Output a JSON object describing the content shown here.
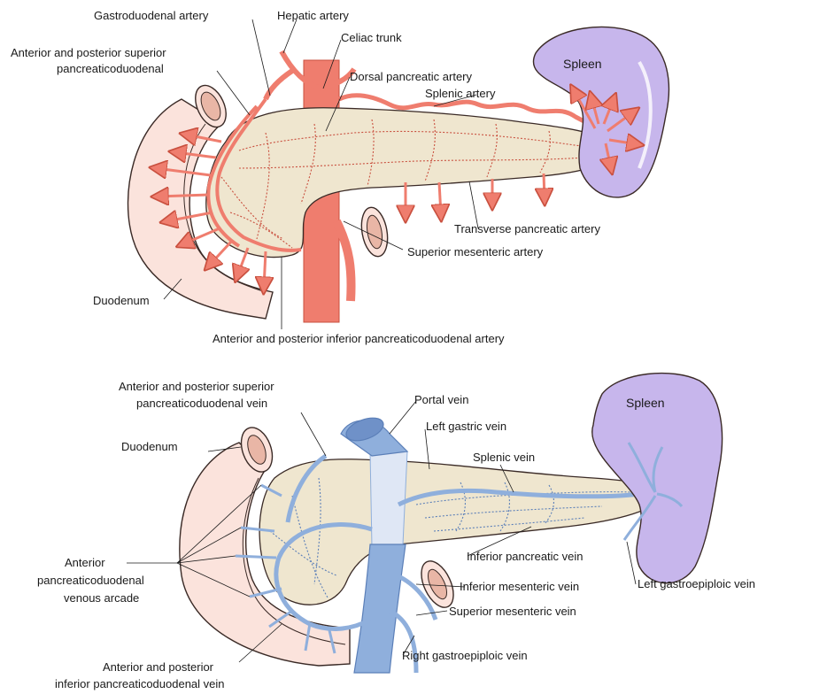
{
  "arterial_panel": {
    "labels": {
      "gastroduodenal_artery": "Gastroduodenal artery",
      "hepatic_artery": "Hepatic artery",
      "celiac_trunk": "Celiac trunk",
      "ant_post_superior_line1": "Anterior and posterior superior",
      "ant_post_superior_line2": "pancreaticoduodenal",
      "dorsal_pancreatic_artery": "Dorsal pancreatic artery",
      "splenic_artery": "Splenic artery",
      "spleen": "Spleen",
      "transverse_pancreatic_artery": "Transverse pancreatic artery",
      "superior_mesenteric_artery": "Superior mesenteric artery",
      "duodenum": "Duodenum",
      "ant_post_inferior_artery": "Anterior and posterior inferior pancreaticoduodenal artery"
    }
  },
  "venous_panel": {
    "labels": {
      "ant_post_superior_vein_line1": "Anterior and posterior superior",
      "ant_post_superior_vein_line2": "pancreaticoduodenal vein",
      "portal_vein": "Portal vein",
      "spleen": "Spleen",
      "duodenum": "Duodenum",
      "left_gastric_vein": "Left gastric vein",
      "splenic_vein": "Splenic vein",
      "arcade_line1": "Anterior",
      "arcade_line2": "pancreaticoduodenal",
      "arcade_line3": "venous arcade",
      "inferior_pancreatic_vein": "Inferior pancreatic vein",
      "inferior_mesenteric_vein": "Inferior mesenteric vein",
      "left_gastroepiploic_vein": "Left gastroepiploic vein",
      "superior_mesenteric_vein": "Superior mesenteric vein",
      "right_gastroepiploic_vein": "Right gastroepiploic vein",
      "ant_post_inferior_vein_line1": "Anterior and posterior",
      "ant_post_inferior_vein_line2": "inferior pancreaticoduodenal vein"
    }
  },
  "colors": {
    "artery": "#ef7d6e",
    "artery_dark": "#c9503f",
    "vein": "#8fafdc",
    "vein_dark": "#5b7fb8",
    "pancreas": "#efe6cf",
    "duodenum": "#fbe3dc",
    "spleen": "#c7b6ec"
  }
}
